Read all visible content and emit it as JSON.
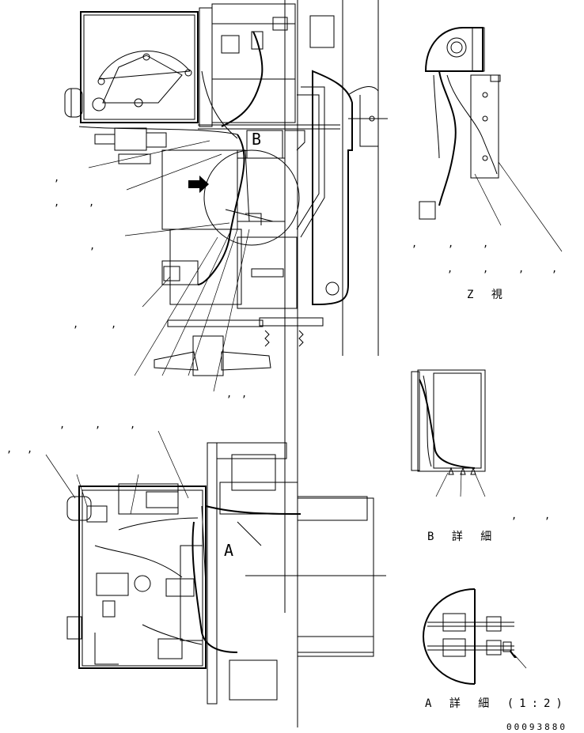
{
  "view_labels": {
    "z_view": "Z 視",
    "b_detail": "B 詳 細",
    "a_detail": "A 詳 細 (1:2)",
    "marker_a": "A",
    "marker_b": "B"
  },
  "document_number": "00093880",
  "callout_separator": ","
}
